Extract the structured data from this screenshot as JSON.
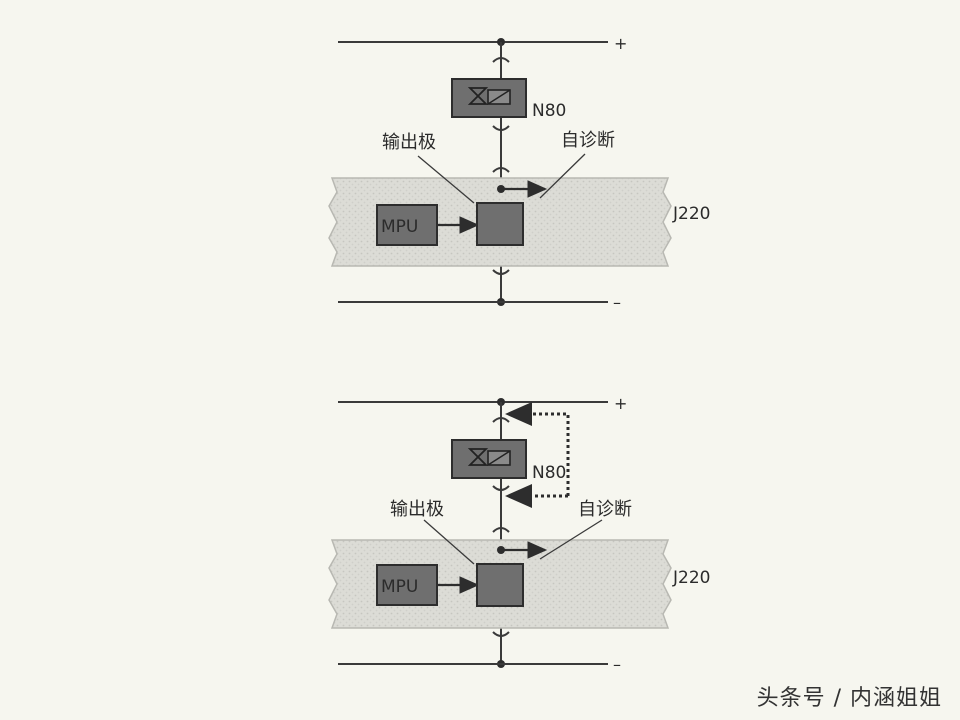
{
  "diagrams": [
    {
      "labels": {
        "plus": "+",
        "minus": "–",
        "valve": "N80",
        "output_stage": "输出极",
        "self_diagnosis": "自诊断",
        "ecu": "J220",
        "mpu": "MPU"
      }
    },
    {
      "labels": {
        "plus": "+",
        "minus": "–",
        "valve": "N80",
        "output_stage": "输出极",
        "self_diagnosis": "自诊断",
        "ecu": "J220",
        "mpu": "MPU"
      }
    }
  ],
  "watermark": "头条号 / 内涵姐姐",
  "colors": {
    "line": "#3a3a3a",
    "box_fill": "#6f6f6f",
    "board_fill": "#d9d9d4"
  }
}
